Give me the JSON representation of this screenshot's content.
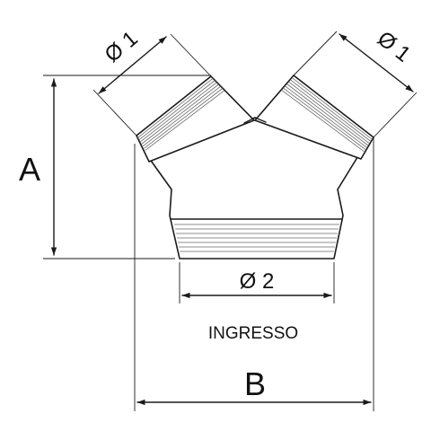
{
  "labels": {
    "A": "A",
    "B": "B",
    "phi1_left": "Ø 1",
    "phi1_right": "Ø 1",
    "phi2": "Ø 2",
    "ingresso": "INGRESSO"
  },
  "colors": {
    "line": "#1a1a1a",
    "hatch": "#6a6a6a",
    "background": "#ffffff"
  }
}
